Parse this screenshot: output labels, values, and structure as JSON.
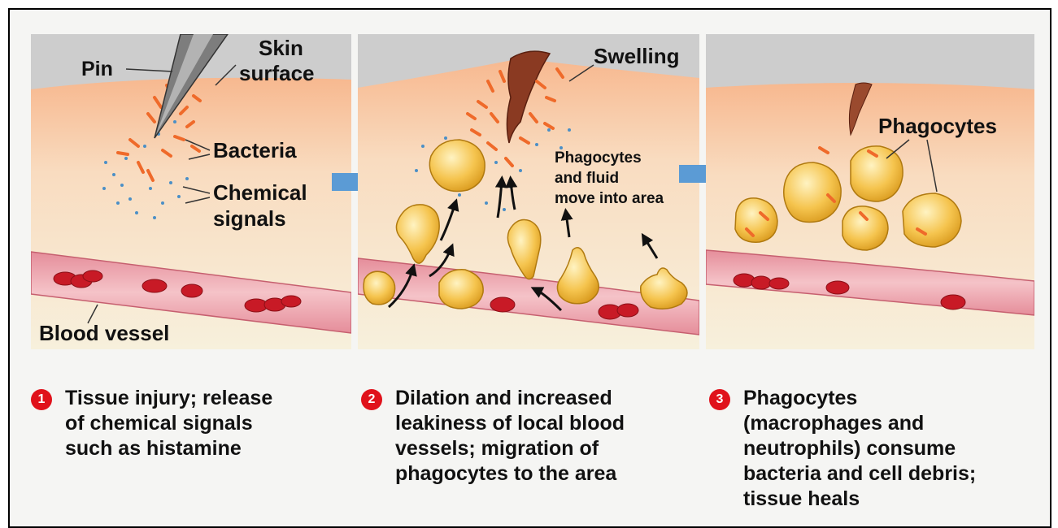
{
  "panel1": {
    "labels": {
      "pin": "Pin",
      "skin_surface_line1": "Skin",
      "skin_surface_line2": "surface",
      "bacteria": "Bacteria",
      "chemical_line1": "Chemical",
      "chemical_line2": "signals",
      "blood_vessel": "Blood vessel"
    }
  },
  "panel2": {
    "labels": {
      "swelling": "Swelling",
      "phago_line1": "Phagocytes",
      "phago_line2": "and fluid",
      "phago_line3": "move into area"
    }
  },
  "panel3": {
    "labels": {
      "phagocytes": "Phagocytes"
    }
  },
  "captions": [
    {
      "number": "1",
      "text": "Tissue injury; release\nof chemical  signals\nsuch as histamine"
    },
    {
      "number": "2",
      "text": "Dilation and increased\nleakiness of local blood\nvessels; migration of\nphagocytes to the area"
    },
    {
      "number": "3",
      "text": "Phagocytes\n(macrophages and\nneutrophils) consume\nbacteria and cell debris;\ntissue heals"
    }
  ],
  "colors": {
    "skin": "#f6c9a0",
    "tissue": "#f7ecd6",
    "sky": "#c9c9c9",
    "vessel": "#e8a0a8",
    "blood_cell": "#d11f2a",
    "bacteria": "#ef6a2a",
    "phagocyte": "#f3bf4a",
    "arrow_blue": "#5b9bd5",
    "step_badge": "#e0121b"
  }
}
